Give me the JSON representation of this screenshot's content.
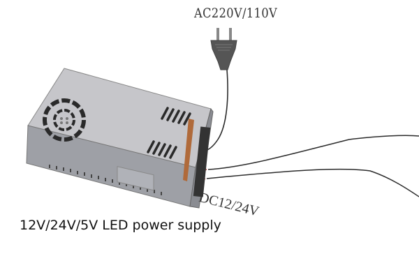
{
  "labels": {
    "ac_input": "AC220V/110V",
    "dc_output": "DC12/24V",
    "caption": "12V/24V/5V LED power supply"
  },
  "colors": {
    "casing_top": "#c4c4c8",
    "casing_side": "#9c9ca2",
    "vent": "#2a2a2a",
    "terminal_strip": "#b06a3a",
    "wire_black": "#2b2b2b",
    "wire_red": "#c0504d"
  }
}
